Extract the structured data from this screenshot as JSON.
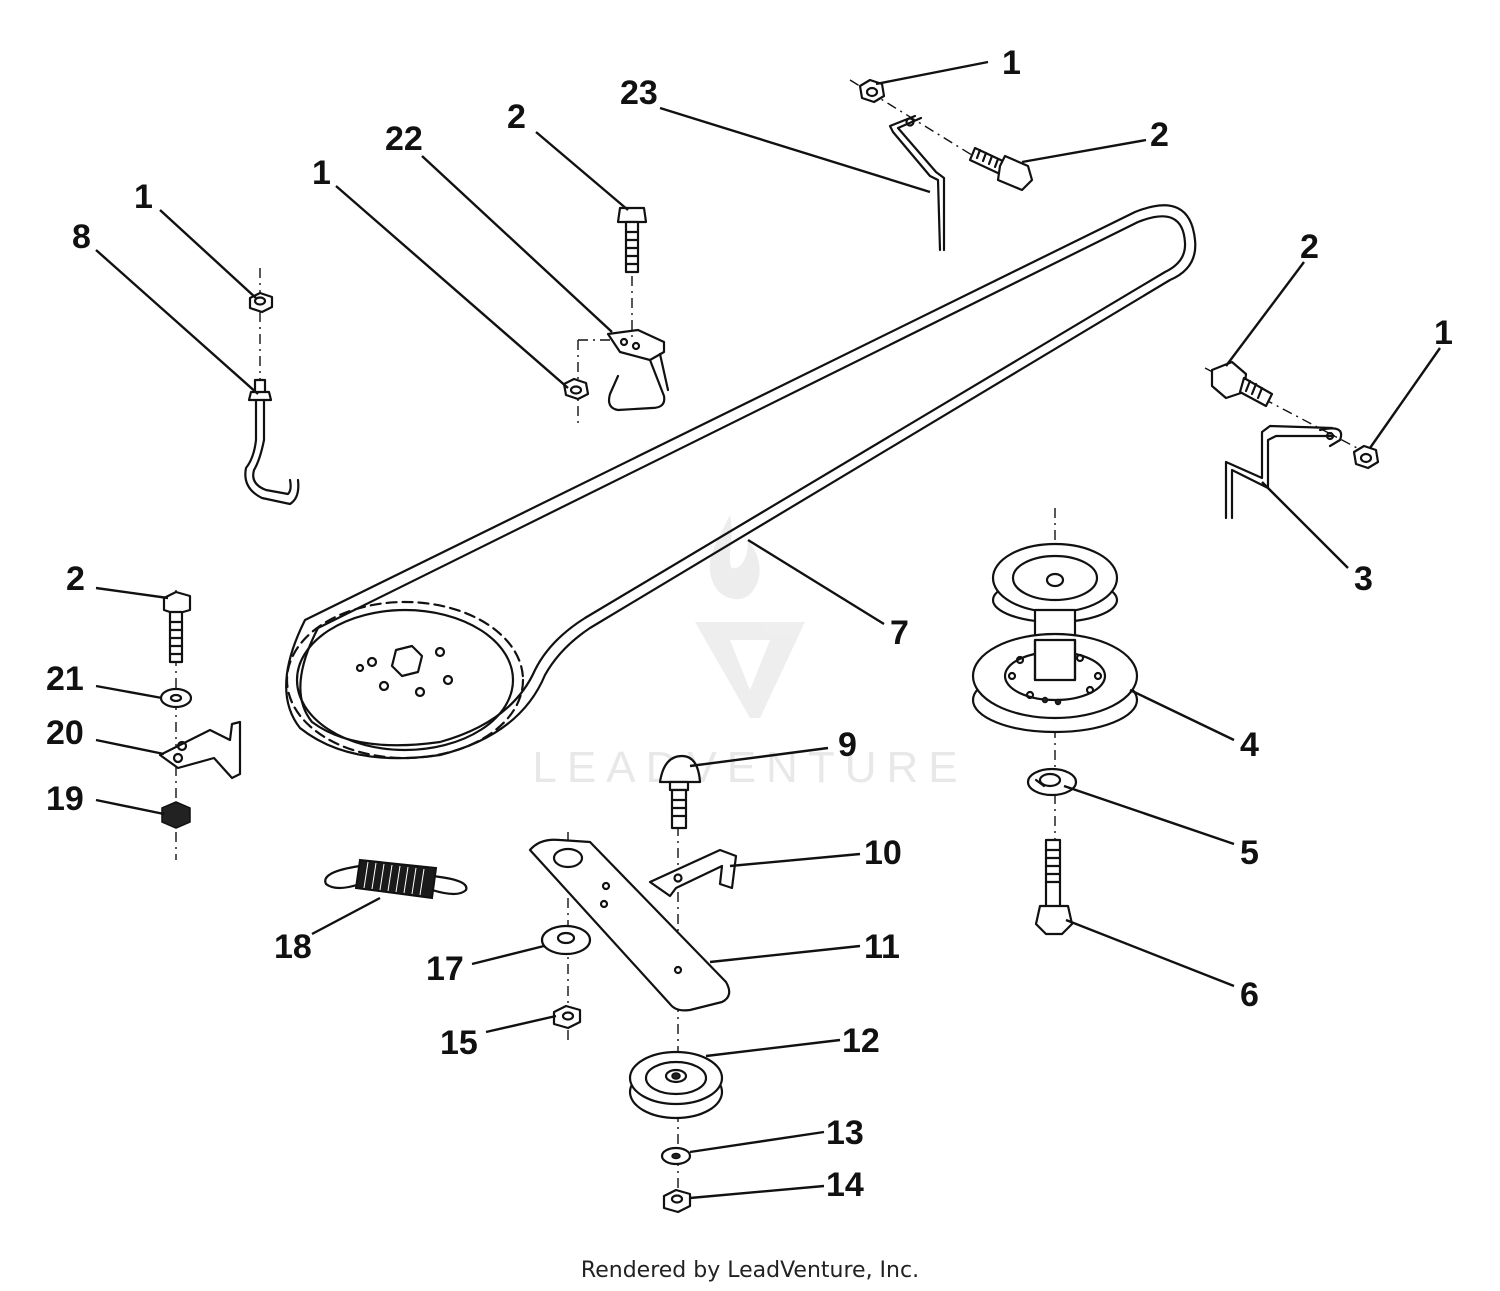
{
  "footer": {
    "credit": "Rendered by LeadVenture, Inc."
  },
  "watermark": {
    "text": "LEADVENTURE"
  },
  "callouts": [
    {
      "label": "1"
    },
    {
      "label": "2"
    },
    {
      "label": "23"
    },
    {
      "label": "2"
    },
    {
      "label": "22"
    },
    {
      "label": "1"
    },
    {
      "label": "1"
    },
    {
      "label": "8"
    },
    {
      "label": "2"
    },
    {
      "label": "1"
    },
    {
      "label": "3"
    },
    {
      "label": "7"
    },
    {
      "label": "2"
    },
    {
      "label": "21"
    },
    {
      "label": "20"
    },
    {
      "label": "19"
    },
    {
      "label": "4"
    },
    {
      "label": "5"
    },
    {
      "label": "6"
    },
    {
      "label": "9"
    },
    {
      "label": "10"
    },
    {
      "label": "11"
    },
    {
      "label": "18"
    },
    {
      "label": "17"
    },
    {
      "label": "15"
    },
    {
      "label": "12"
    },
    {
      "label": "13"
    },
    {
      "label": "14"
    }
  ]
}
